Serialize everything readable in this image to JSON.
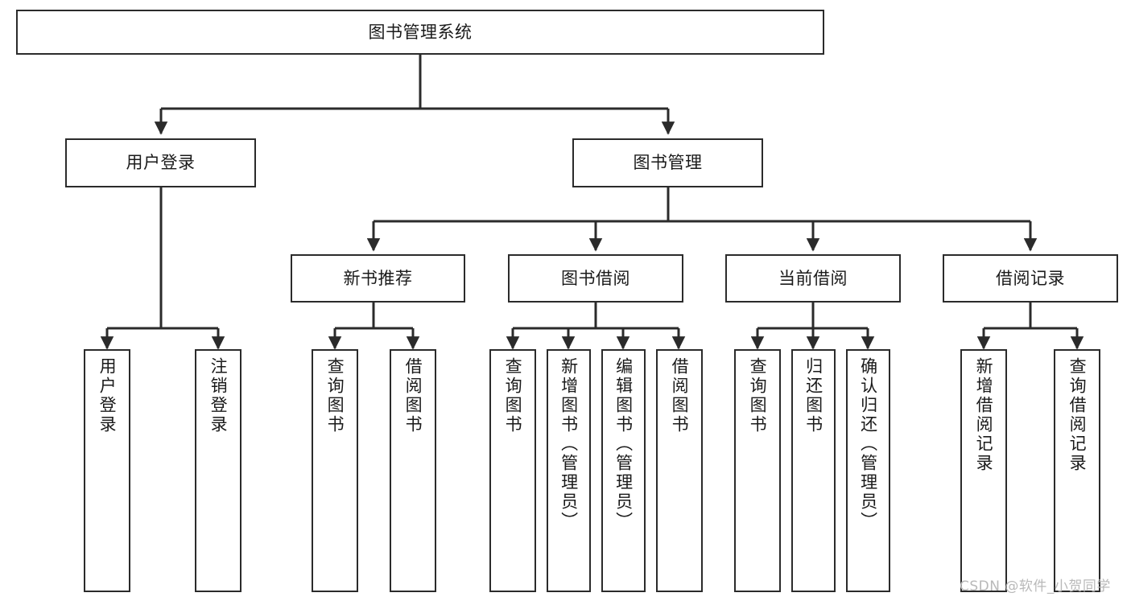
{
  "diagram": {
    "title": "图书管理系统",
    "type": "tree-hierarchy",
    "orientation": "top-down",
    "stroke_color": "#2b2b2b",
    "background_color": "#ffffff",
    "text_color": "#1a1a1a",
    "watermark": "CSDN @软件_小贺同学",
    "watermark_color": "#b9b9b9"
  },
  "nodes": {
    "root": {
      "label": "图书管理系统"
    },
    "level2": [
      {
        "id": "user-login",
        "label": "用户登录"
      },
      {
        "id": "book-manage",
        "label": "图书管理"
      }
    ],
    "level3": [
      {
        "id": "new-book-recommend",
        "label": "新书推荐"
      },
      {
        "id": "book-borrow",
        "label": "图书借阅"
      },
      {
        "id": "current-borrow",
        "label": "当前借阅"
      },
      {
        "id": "borrow-record",
        "label": "借阅记录"
      }
    ],
    "leaves": {
      "user-login": [
        {
          "id": "leaf-user-login",
          "label": "用户登录"
        },
        {
          "id": "leaf-logout",
          "label": "注销登录"
        }
      ],
      "new-book-recommend": [
        {
          "id": "leaf-query-book-1",
          "label": "查询图书"
        },
        {
          "id": "leaf-borrow-book-1",
          "label": "借阅图书"
        }
      ],
      "book-borrow": [
        {
          "id": "leaf-query-book-2",
          "label": "查询图书"
        },
        {
          "id": "leaf-add-book",
          "label": "新增图书（管理员）"
        },
        {
          "id": "leaf-edit-book",
          "label": "编辑图书（管理员）"
        },
        {
          "id": "leaf-borrow-book-2",
          "label": "借阅图书"
        }
      ],
      "current-borrow": [
        {
          "id": "leaf-query-book-3",
          "label": "查询图书"
        },
        {
          "id": "leaf-return-book",
          "label": "归还图书"
        },
        {
          "id": "leaf-confirm-return",
          "label": "确认归还（管理员）"
        }
      ],
      "borrow-record": [
        {
          "id": "leaf-add-record",
          "label": "新增借阅记录"
        },
        {
          "id": "leaf-query-record",
          "label": "查询借阅记录"
        }
      ]
    }
  }
}
